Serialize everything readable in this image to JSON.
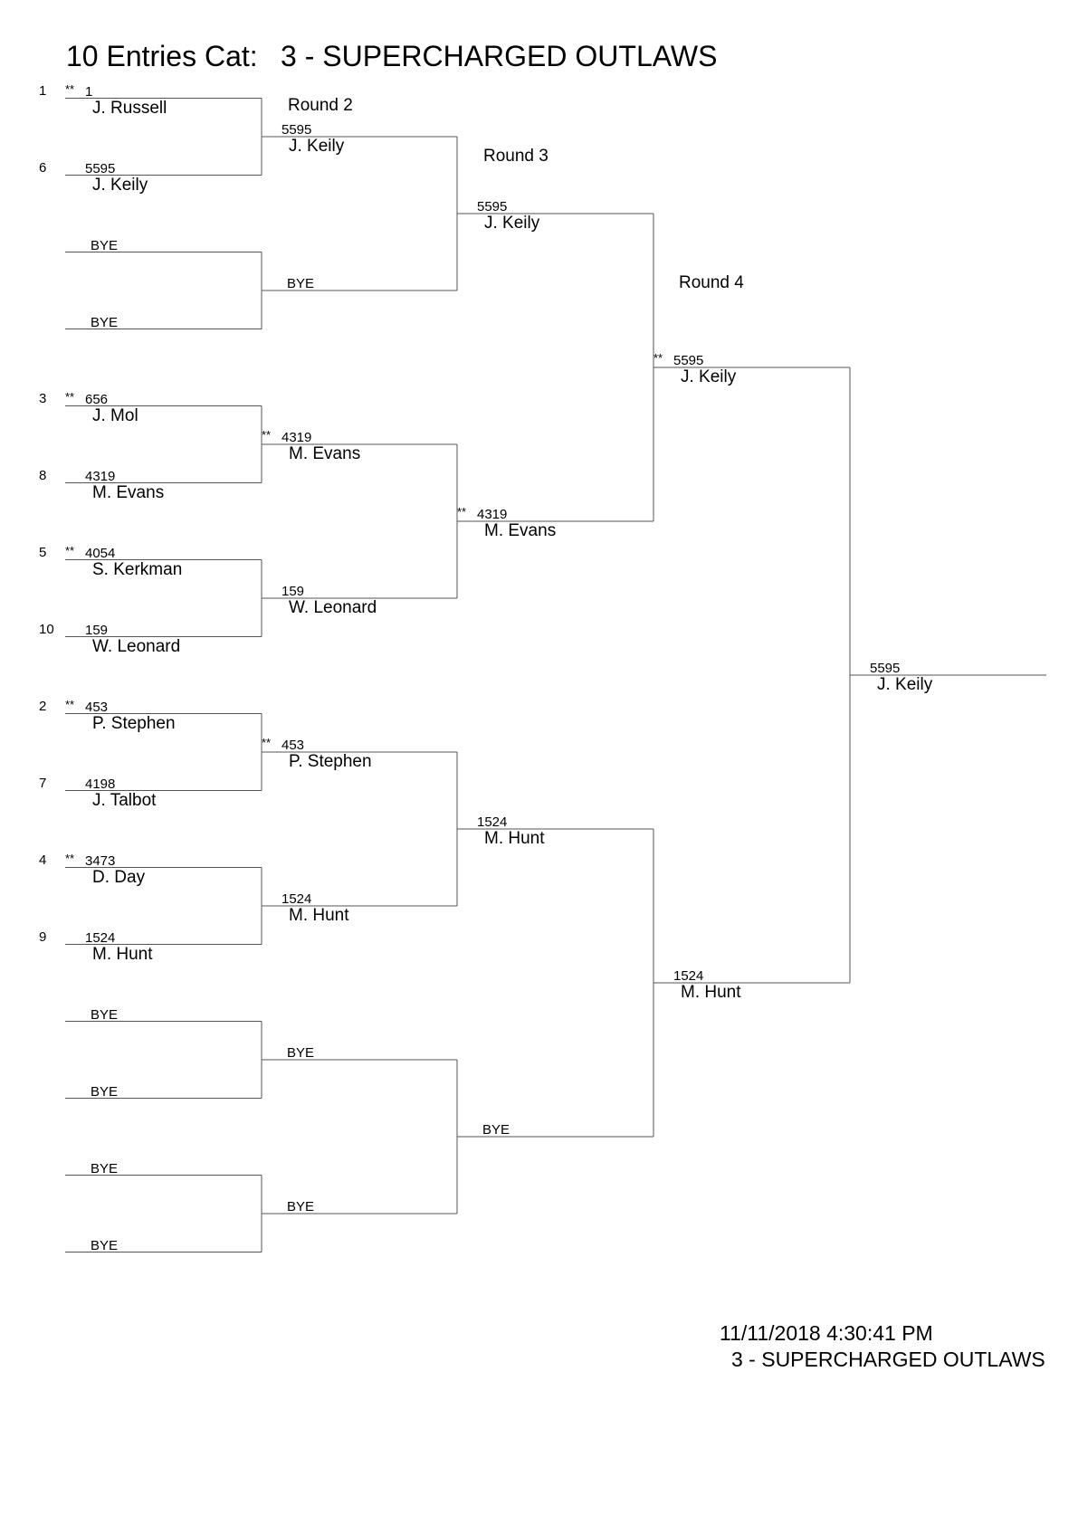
{
  "header": {
    "title_prefix": "10 Entries Cat:",
    "category": "3 - SUPERCHARGED OUTLAWS"
  },
  "rounds": {
    "r2": "Round 2",
    "r3": "Round 3",
    "r4": "Round 4"
  },
  "round1": [
    {
      "seed": "1",
      "marker": "**",
      "num": "1",
      "name": "J. Russell",
      "bye": ""
    },
    {
      "seed": "6",
      "marker": "",
      "num": "5595",
      "name": "J. Keily",
      "bye": ""
    },
    {
      "seed": "",
      "marker": "",
      "num": "",
      "name": "",
      "bye": "BYE"
    },
    {
      "seed": "",
      "marker": "",
      "num": "",
      "name": "",
      "bye": "BYE"
    },
    {
      "seed": "3",
      "marker": "**",
      "num": "656",
      "name": "J. Mol",
      "bye": ""
    },
    {
      "seed": "8",
      "marker": "",
      "num": "4319",
      "name": "M. Evans",
      "bye": ""
    },
    {
      "seed": "5",
      "marker": "**",
      "num": "4054",
      "name": "S. Kerkman",
      "bye": ""
    },
    {
      "seed": "10",
      "marker": "",
      "num": "159",
      "name": "W. Leonard",
      "bye": ""
    },
    {
      "seed": "2",
      "marker": "**",
      "num": "453",
      "name": "P. Stephen",
      "bye": ""
    },
    {
      "seed": "7",
      "marker": "",
      "num": "4198",
      "name": "J. Talbot",
      "bye": ""
    },
    {
      "seed": "4",
      "marker": "**",
      "num": "3473",
      "name": "D. Day",
      "bye": ""
    },
    {
      "seed": "9",
      "marker": "",
      "num": "1524",
      "name": "M. Hunt",
      "bye": ""
    },
    {
      "seed": "",
      "marker": "",
      "num": "",
      "name": "",
      "bye": "BYE"
    },
    {
      "seed": "",
      "marker": "",
      "num": "",
      "name": "",
      "bye": "BYE"
    },
    {
      "seed": "",
      "marker": "",
      "num": "",
      "name": "",
      "bye": "BYE"
    },
    {
      "seed": "",
      "marker": "",
      "num": "",
      "name": "",
      "bye": "BYE"
    }
  ],
  "round2": [
    {
      "marker": "",
      "num": "5595",
      "name": "J. Keily",
      "bye": ""
    },
    {
      "marker": "",
      "num": "",
      "name": "",
      "bye": "BYE"
    },
    {
      "marker": "**",
      "num": "4319",
      "name": "M. Evans",
      "bye": ""
    },
    {
      "marker": "",
      "num": "159",
      "name": "W. Leonard",
      "bye": ""
    },
    {
      "marker": "**",
      "num": "453",
      "name": "P. Stephen",
      "bye": ""
    },
    {
      "marker": "",
      "num": "1524",
      "name": "M. Hunt",
      "bye": ""
    },
    {
      "marker": "",
      "num": "",
      "name": "",
      "bye": "BYE"
    },
    {
      "marker": "",
      "num": "",
      "name": "",
      "bye": "BYE"
    }
  ],
  "round3": [
    {
      "marker": "",
      "num": "5595",
      "name": "J. Keily",
      "bye": ""
    },
    {
      "marker": "**",
      "num": "4319",
      "name": "M. Evans",
      "bye": ""
    },
    {
      "marker": "",
      "num": "1524",
      "name": "M. Hunt",
      "bye": ""
    },
    {
      "marker": "",
      "num": "",
      "name": "",
      "bye": "BYE"
    }
  ],
  "round4": [
    {
      "marker": "**",
      "num": "5595",
      "name": "J. Keily",
      "bye": ""
    },
    {
      "marker": "",
      "num": "1524",
      "name": "M. Hunt",
      "bye": ""
    }
  ],
  "winner": {
    "marker": "",
    "num": "5595",
    "name": "J. Keily",
    "bye": ""
  },
  "footer": {
    "timestamp": "11/11/2018 4:30:41 PM",
    "category": "3 - SUPERCHARGED OUTLAWS"
  }
}
